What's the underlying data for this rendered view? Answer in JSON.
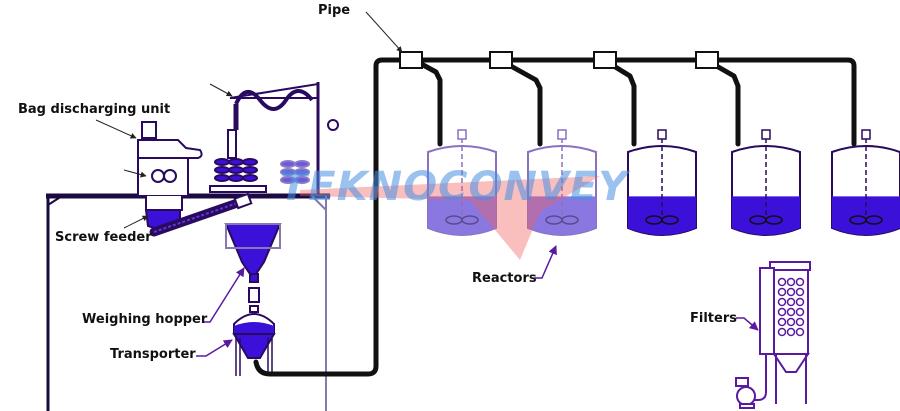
{
  "diagram": {
    "title": "Pneumatic conveying system to reactors",
    "labels": {
      "pipe": "Pipe",
      "bag_discharging_unit": "Bag discharging unit",
      "screw_feeder": "Screw feeder",
      "weighing_hopper": "Weighing hopper",
      "transporter": "Transporter",
      "reactors": "Reactors",
      "filters": "Filters"
    },
    "watermark": "TEKNOCONVEY",
    "reactor_count": 5,
    "reactor_fill_level": 0.4,
    "valve_count": 4,
    "colors": {
      "material": "#3b10d8",
      "outline": "#2a0a5e",
      "pipe": "#111111",
      "watermark_blue": "#4a90e2",
      "watermark_red": "#f06060"
    }
  }
}
